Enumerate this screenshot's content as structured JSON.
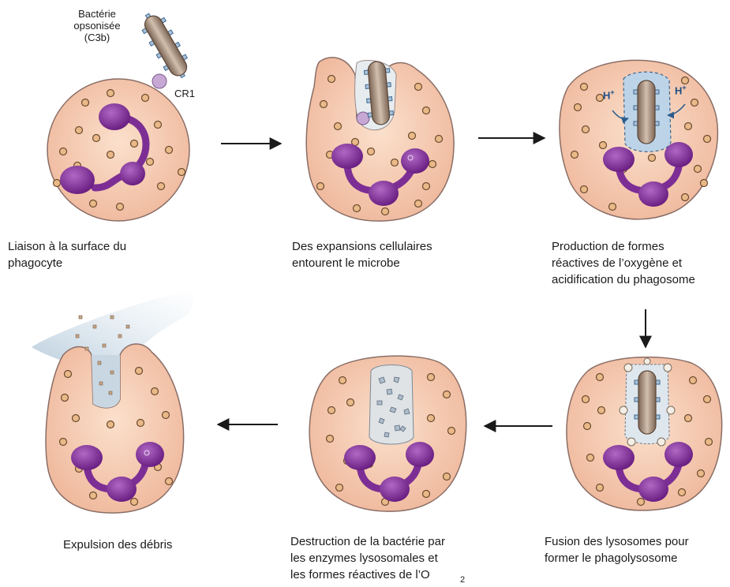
{
  "labels": {
    "bacteria": "Bactérie\nopsonisée\n(C3b)",
    "receptor": "CR1",
    "proton": "H",
    "proton_charge": "+"
  },
  "captions": {
    "step1": "Liaison à la surface du\nphagocyte",
    "step2": "Des expansions cellulaires\nentourent le microbe",
    "step3": "Production de formes\nréactives de l’oxygène et\nacidification du phagosome",
    "step4": "Fusion des lysosomes pour\nformer le phagolysosome",
    "step5": "Destruction de la bactérie par\nles enzymes lysosomales et\nles formes réactives de l’O",
    "step5_subscript": "2",
    "step6": "Expulsion des débris"
  },
  "colors": {
    "cytoplasm": "#f5c9ad",
    "cell_outline": "#7a6a6a",
    "granule": "#e2ad78",
    "nucleus": "#7d2e95",
    "nucleus_light": "#a44fb6",
    "bacterium": "#a28a75",
    "vacuole": "#c6d9e8",
    "arrow": "#1a1a1a"
  }
}
